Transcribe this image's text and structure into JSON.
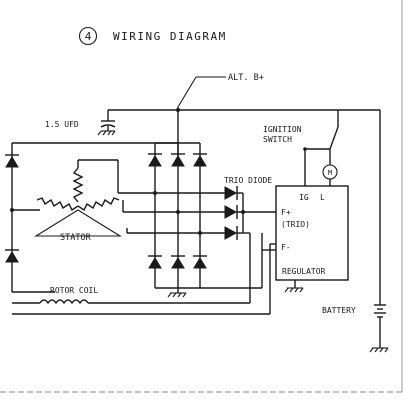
{
  "figure": {
    "number": "4",
    "title": "WIRING DIAGRAM"
  },
  "labels": {
    "alt_b": "ALT. B+",
    "capacitor": "1.5 UFD",
    "ignition": "IGNITION",
    "switch": "SWITCH",
    "trio_diode": "TRIO DIODE",
    "ig": "IG",
    "l": "L",
    "lamp": "M",
    "f_plus": "F+",
    "trio": "(TRIO)",
    "f_minus": "F-",
    "stator": "STATOR",
    "regulator": "REGULATOR",
    "rotor_coil": "ROTOR COIL",
    "battery": "BATTERY"
  }
}
